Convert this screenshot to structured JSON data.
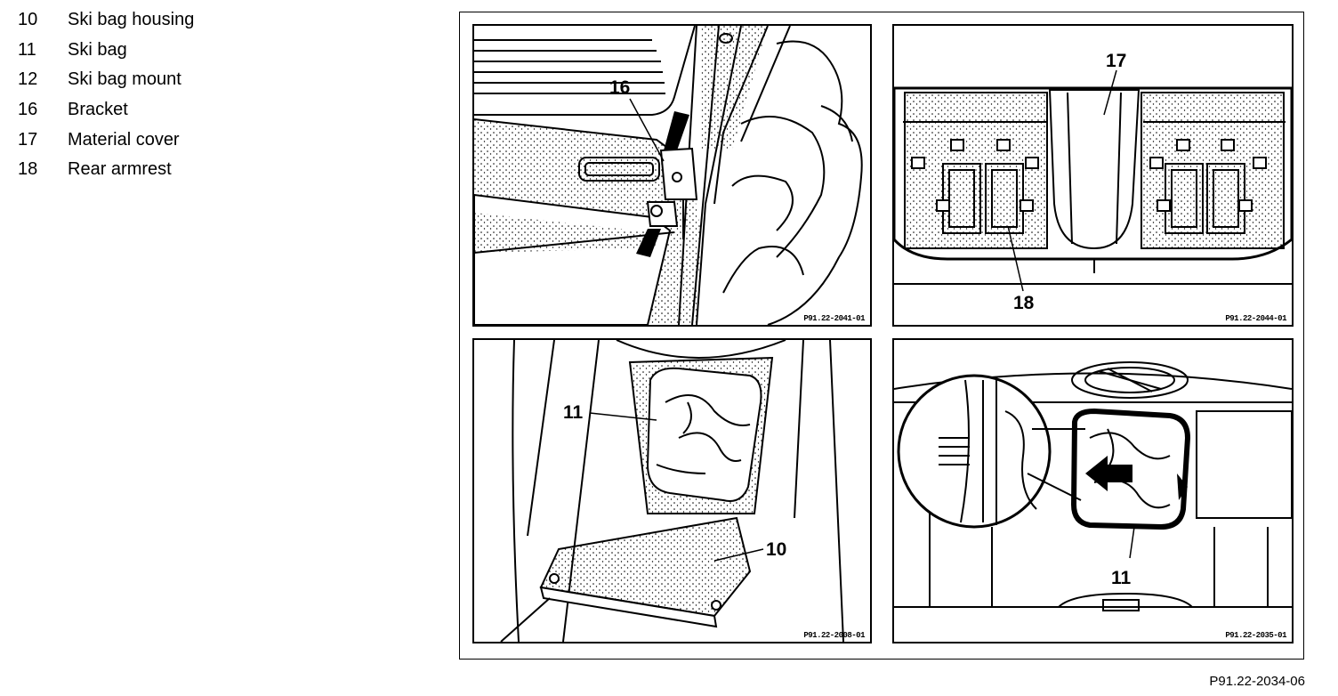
{
  "legend": [
    {
      "num": "10",
      "label": "Ski bag housing"
    },
    {
      "num": "11",
      "label": "Ski bag"
    },
    {
      "num": "12",
      "label": "Ski bag mount"
    },
    {
      "num": "16",
      "label": "Bracket"
    },
    {
      "num": "17",
      "label": "Material cover"
    },
    {
      "num": "18",
      "label": "Rear armrest"
    }
  ],
  "panels": {
    "top_left": {
      "callouts": [
        "16"
      ],
      "code": "P91.22-2041-01"
    },
    "top_right": {
      "callouts": [
        "17",
        "18"
      ],
      "code": "P91.22-2044-01"
    },
    "bottom_left": {
      "callouts": [
        "11",
        "10"
      ],
      "code": "P91.22-2008-01"
    },
    "bottom_right": {
      "callouts": [
        "11"
      ],
      "code": "P91.22-2035-01"
    }
  },
  "figure_code": "P91.22-2034-06"
}
